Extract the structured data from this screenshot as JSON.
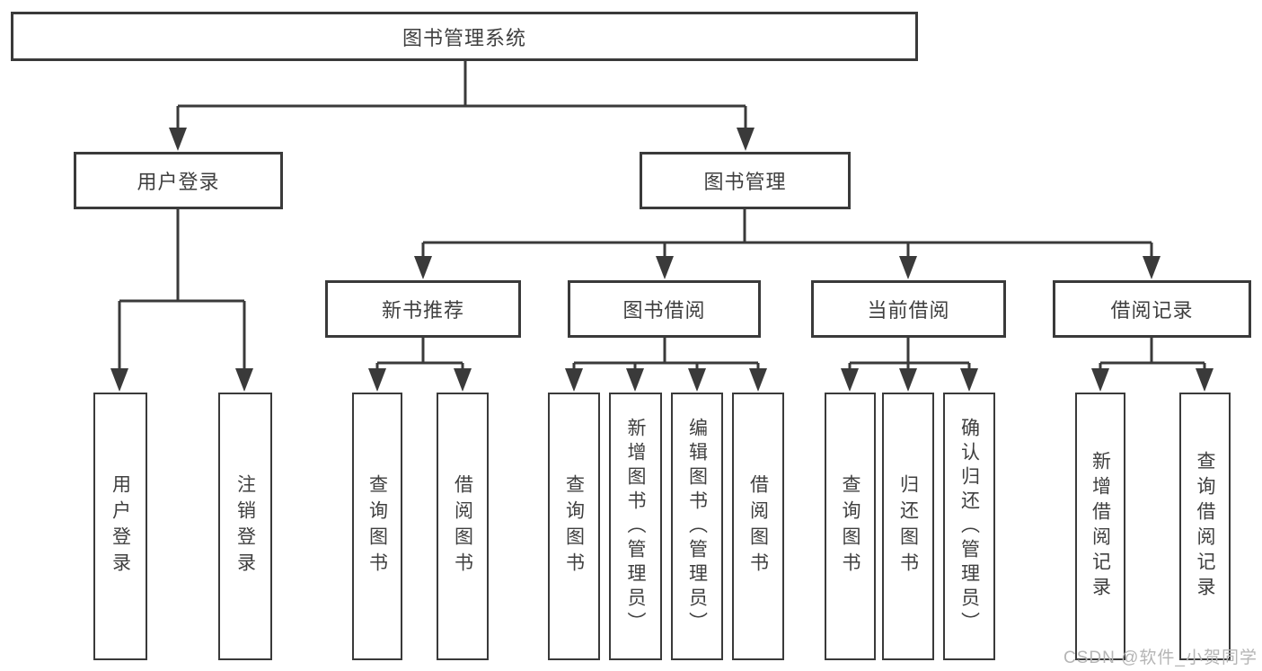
{
  "diagram_type": "hierarchy-tree",
  "colors": {
    "line": "#3a3a3a",
    "text": "#3f3f3f",
    "background": "#ffffff",
    "watermark_text": "#b5b5b5"
  },
  "root": {
    "label": "图书管理系统",
    "children": [
      {
        "label": "用户登录",
        "children": [
          {
            "label": "用户登录"
          },
          {
            "label": "注销登录"
          }
        ]
      },
      {
        "label": "图书管理",
        "children": [
          {
            "label": "新书推荐",
            "children": [
              {
                "label": "查询图书"
              },
              {
                "label": "借阅图书"
              }
            ]
          },
          {
            "label": "图书借阅",
            "children": [
              {
                "label": "查询图书"
              },
              {
                "label": "新增图书（管理员）"
              },
              {
                "label": "编辑图书（管理员）"
              },
              {
                "label": "借阅图书"
              }
            ]
          },
          {
            "label": "当前借阅",
            "children": [
              {
                "label": "查询图书"
              },
              {
                "label": "归还图书"
              },
              {
                "label": "确认归还（管理员）"
              }
            ]
          },
          {
            "label": "借阅记录",
            "children": [
              {
                "label": "新增借阅记录"
              },
              {
                "label": "查询借阅记录"
              }
            ]
          }
        ]
      }
    ]
  },
  "watermark": "CSDN @软件_小贺同学"
}
